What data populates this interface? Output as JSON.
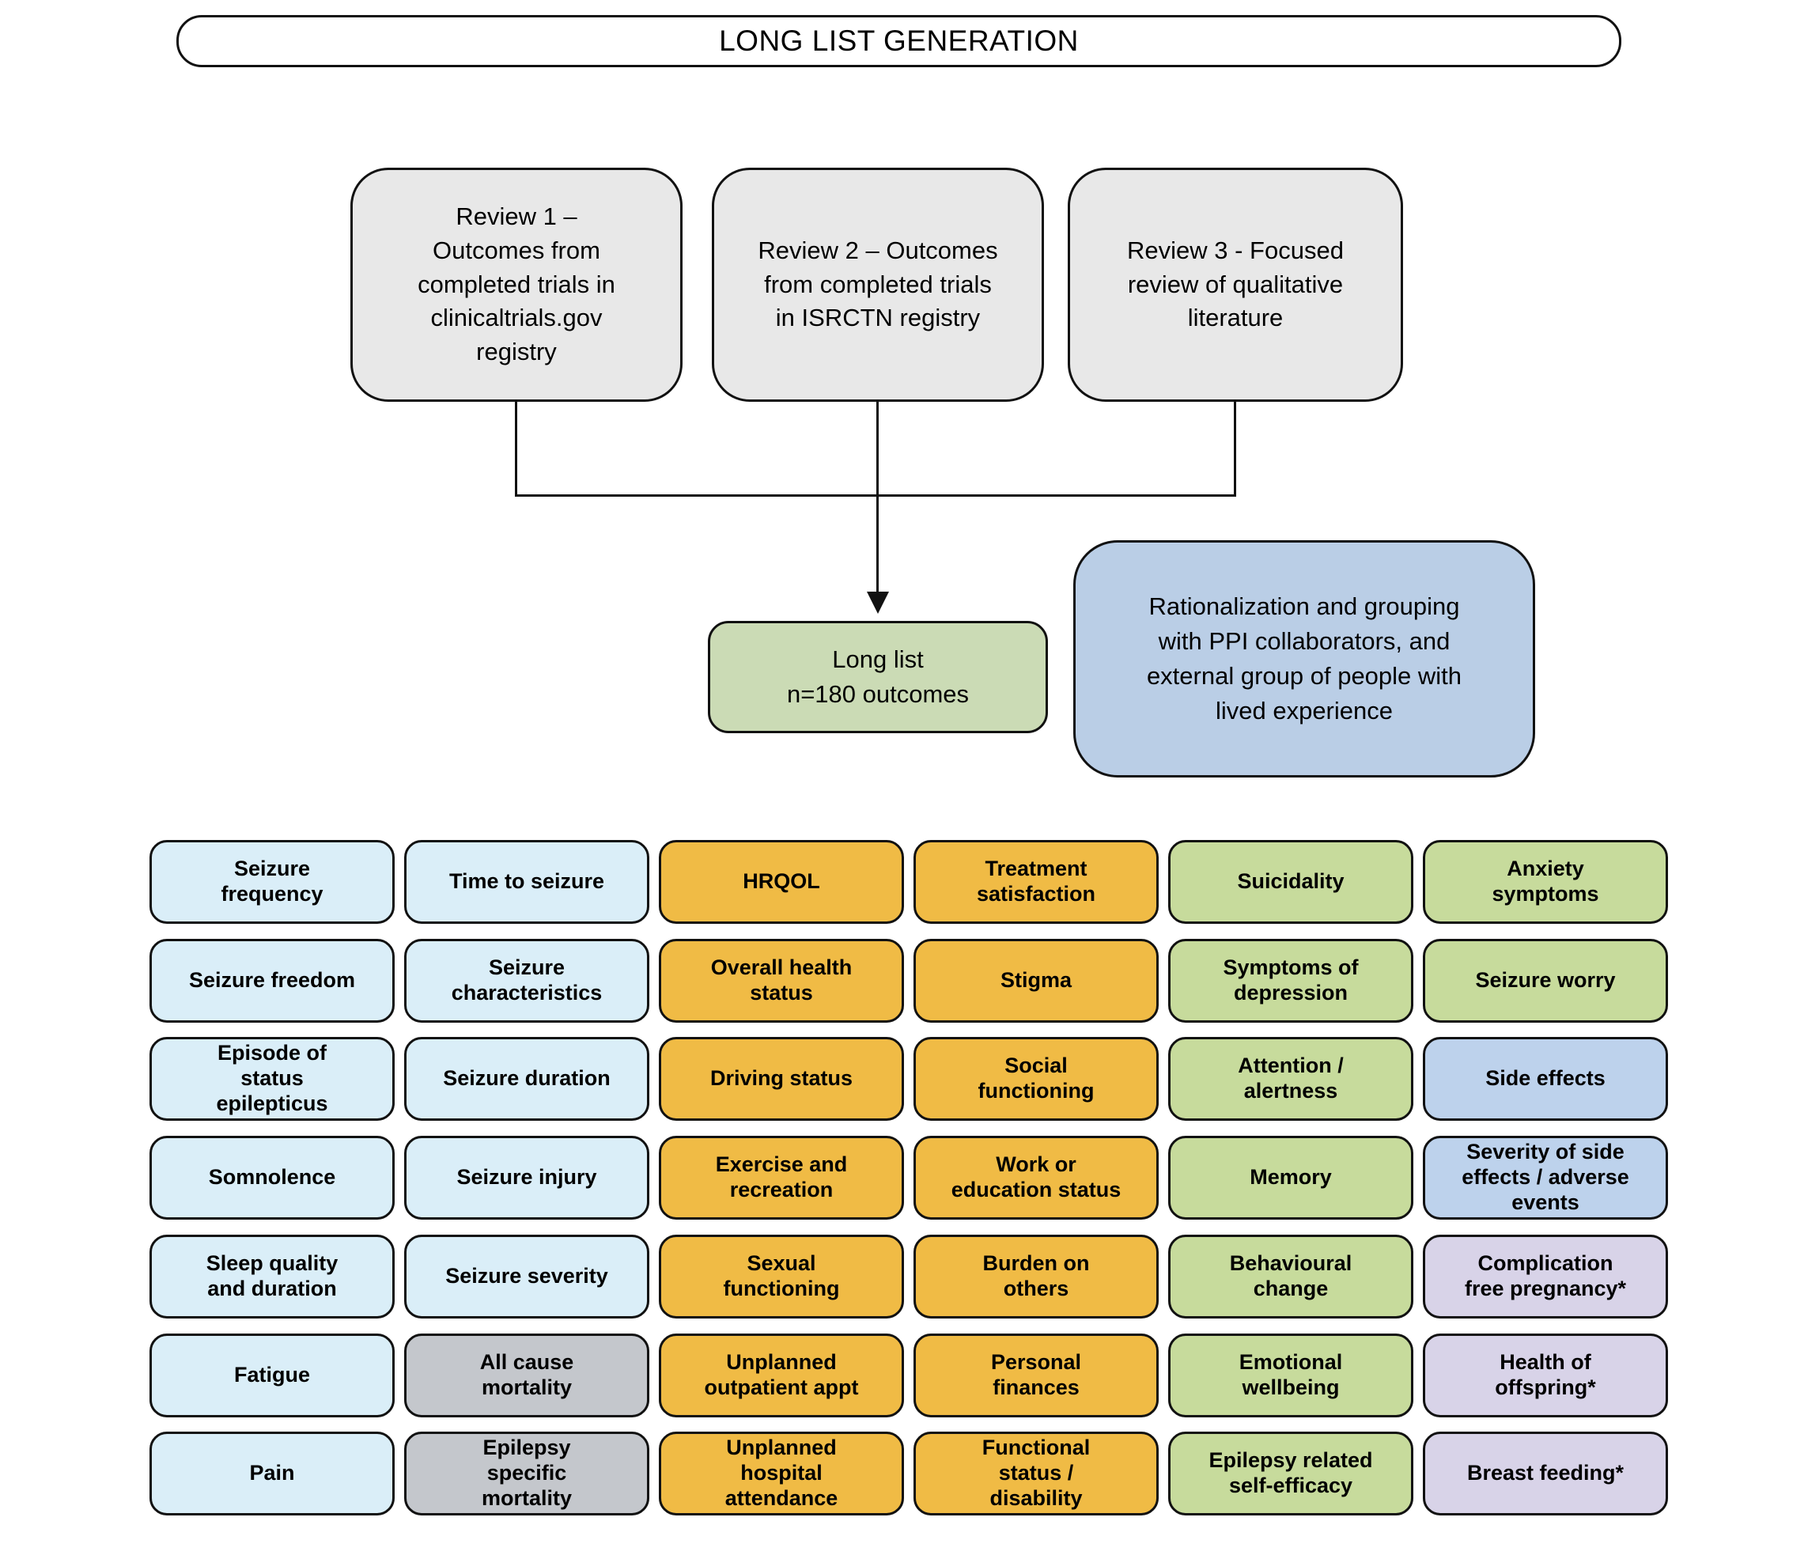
{
  "title": "LONG LIST GENERATION",
  "reviews": [
    {
      "text": "Review 1 –\nOutcomes from\ncompleted trials in\nclinicaltrials.gov\nregistry"
    },
    {
      "text": "Review 2 – Outcomes\nfrom completed trials\nin ISRCTN registry"
    },
    {
      "text": "Review 3 - Focused\nreview of qualitative\nliterature"
    }
  ],
  "long_list": {
    "text": "Long list\nn=180 outcomes"
  },
  "rationalization": {
    "text": "Rationalization and grouping\nwith PPI collaborators, and\nexternal group of people with\nlived experience"
  },
  "colors": {
    "lightblue": "#daeef8",
    "orange": "#f0bb45",
    "green": "#c7db9c",
    "steel": "#bdd2ec",
    "purple": "#d8d3e8",
    "gray": "#c4c7cc",
    "review_gray": "#e8e8e8",
    "longlist_green": "#cbdbb5",
    "rationalization_blue": "#bacee6",
    "line": "#111111"
  },
  "grid": {
    "rows": 7,
    "cols": 6,
    "cells": [
      {
        "r": 1,
        "c": 1,
        "type": "lightblue",
        "label": "Seizure\nfrequency"
      },
      {
        "r": 1,
        "c": 2,
        "type": "lightblue",
        "label": "Time to seizure"
      },
      {
        "r": 1,
        "c": 3,
        "type": "orange",
        "label": "HRQOL"
      },
      {
        "r": 1,
        "c": 4,
        "type": "orange",
        "label": "Treatment\nsatisfaction"
      },
      {
        "r": 1,
        "c": 5,
        "type": "green",
        "label": "Suicidality"
      },
      {
        "r": 1,
        "c": 6,
        "type": "green",
        "label": "Anxiety\nsymptoms"
      },
      {
        "r": 2,
        "c": 1,
        "type": "lightblue",
        "label": "Seizure freedom"
      },
      {
        "r": 2,
        "c": 2,
        "type": "lightblue",
        "label": "Seizure\ncharacteristics"
      },
      {
        "r": 2,
        "c": 3,
        "type": "orange",
        "label": "Overall health\nstatus"
      },
      {
        "r": 2,
        "c": 4,
        "type": "orange",
        "label": "Stigma"
      },
      {
        "r": 2,
        "c": 5,
        "type": "green",
        "label": "Symptoms of\ndepression"
      },
      {
        "r": 2,
        "c": 6,
        "type": "green",
        "label": "Seizure worry"
      },
      {
        "r": 3,
        "c": 1,
        "type": "lightblue",
        "label": "Episode of\nstatus\nepilepticus"
      },
      {
        "r": 3,
        "c": 2,
        "type": "lightblue",
        "label": "Seizure duration"
      },
      {
        "r": 3,
        "c": 3,
        "type": "orange",
        "label": "Driving status"
      },
      {
        "r": 3,
        "c": 4,
        "type": "orange",
        "label": "Social\nfunctioning"
      },
      {
        "r": 3,
        "c": 5,
        "type": "green",
        "label": "Attention /\nalertness"
      },
      {
        "r": 3,
        "c": 6,
        "type": "steel",
        "label": "Side effects"
      },
      {
        "r": 4,
        "c": 1,
        "type": "lightblue",
        "label": "Somnolence"
      },
      {
        "r": 4,
        "c": 2,
        "type": "lightblue",
        "label": "Seizure injury"
      },
      {
        "r": 4,
        "c": 3,
        "type": "orange",
        "label": "Exercise and\nrecreation"
      },
      {
        "r": 4,
        "c": 4,
        "type": "orange",
        "label": "Work or\neducation status"
      },
      {
        "r": 4,
        "c": 5,
        "type": "green",
        "label": "Memory"
      },
      {
        "r": 4,
        "c": 6,
        "type": "steel",
        "label": "Severity of side\neffects / adverse\nevents"
      },
      {
        "r": 5,
        "c": 1,
        "type": "lightblue",
        "label": "Sleep quality\nand duration"
      },
      {
        "r": 5,
        "c": 2,
        "type": "lightblue",
        "label": "Seizure severity"
      },
      {
        "r": 5,
        "c": 3,
        "type": "orange",
        "label": "Sexual\nfunctioning"
      },
      {
        "r": 5,
        "c": 4,
        "type": "orange",
        "label": "Burden on\nothers"
      },
      {
        "r": 5,
        "c": 5,
        "type": "green",
        "label": "Behavioural\nchange"
      },
      {
        "r": 5,
        "c": 6,
        "type": "purple",
        "label": "Complication\nfree pregnancy*"
      },
      {
        "r": 6,
        "c": 1,
        "type": "lightblue",
        "label": "Fatigue"
      },
      {
        "r": 6,
        "c": 2,
        "type": "gray",
        "label": "All cause\nmortality"
      },
      {
        "r": 6,
        "c": 3,
        "type": "orange",
        "label": "Unplanned\noutpatient appt"
      },
      {
        "r": 6,
        "c": 4,
        "type": "orange",
        "label": "Personal\nfinances"
      },
      {
        "r": 6,
        "c": 5,
        "type": "green",
        "label": "Emotional\nwellbeing"
      },
      {
        "r": 6,
        "c": 6,
        "type": "purple",
        "label": "Health of\noffspring*"
      },
      {
        "r": 7,
        "c": 1,
        "type": "lightblue",
        "label": "Pain"
      },
      {
        "r": 7,
        "c": 2,
        "type": "gray",
        "label": "Epilepsy\nspecific\nmortality"
      },
      {
        "r": 7,
        "c": 3,
        "type": "orange",
        "label": "Unplanned\nhospital\nattendance"
      },
      {
        "r": 7,
        "c": 4,
        "type": "orange",
        "label": "Functional\nstatus /\ndisability"
      },
      {
        "r": 7,
        "c": 5,
        "type": "green",
        "label": "Epilepsy related\nself-efficacy"
      },
      {
        "r": 7,
        "c": 6,
        "type": "purple",
        "label": "Breast feeding*"
      }
    ]
  }
}
